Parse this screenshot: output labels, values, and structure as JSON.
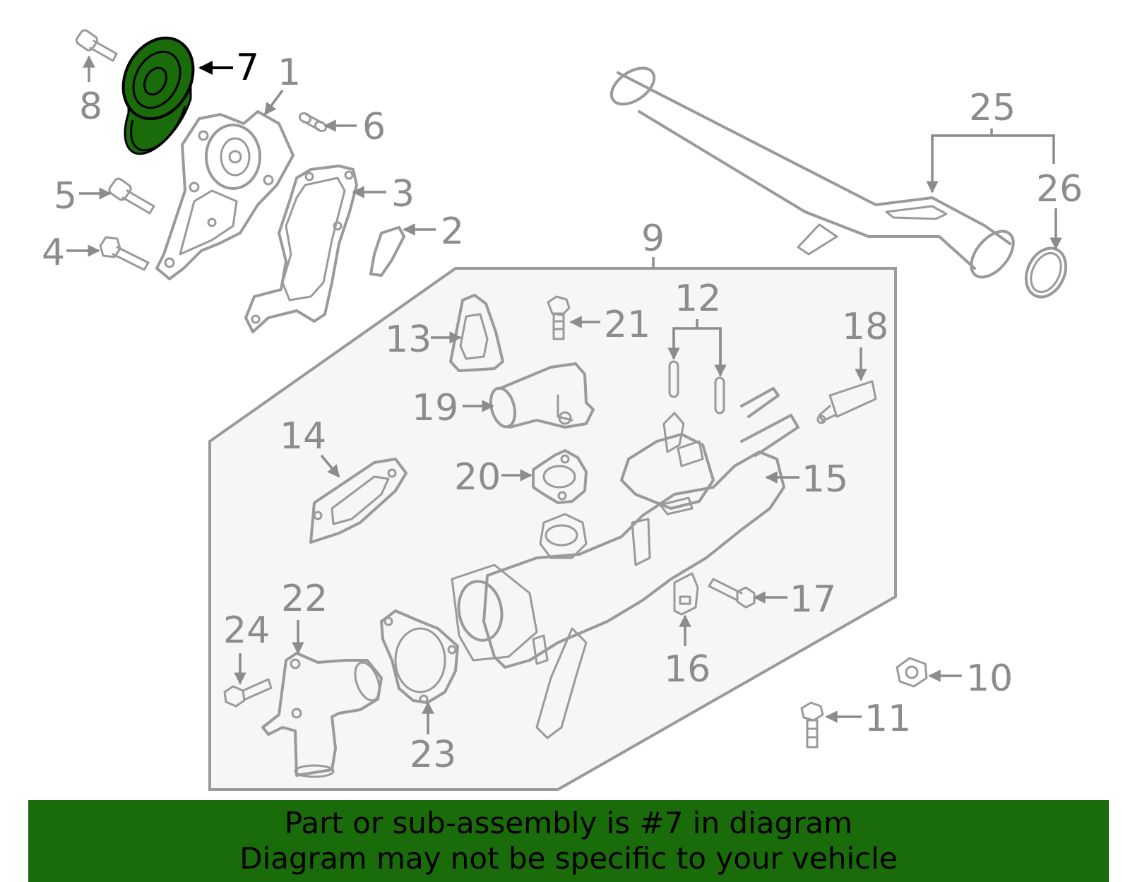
{
  "highlight": {
    "part": "7",
    "color": "#1a6b0a"
  },
  "callouts": {
    "c1": "1",
    "c2": "2",
    "c3": "3",
    "c4": "4",
    "c5": "5",
    "c6": "6",
    "c7": "7",
    "c8": "8",
    "c9": "9",
    "c10": "10",
    "c11": "11",
    "c12": "12",
    "c13": "13",
    "c14": "14",
    "c15": "15",
    "c16": "16",
    "c17": "17",
    "c18": "18",
    "c19": "19",
    "c20": "20",
    "c21": "21",
    "c22": "22",
    "c23": "23",
    "c24": "24",
    "c25": "25",
    "c26": "26"
  },
  "banner": {
    "line1": "Part or sub-assembly is #7 in diagram",
    "line2": "Diagram may not be specific to your vehicle",
    "bg_color": "#1a6b0a"
  }
}
